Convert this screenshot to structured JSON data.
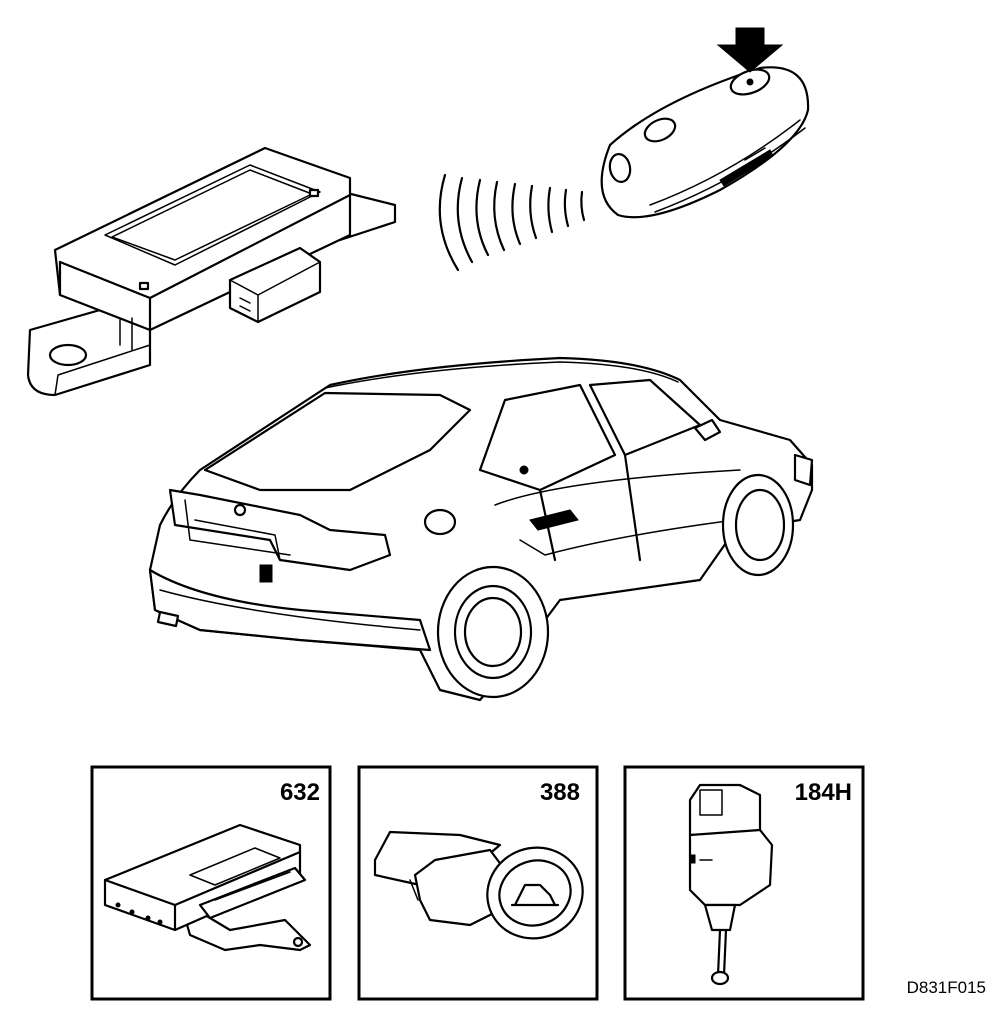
{
  "components": [
    {
      "code": "632"
    },
    {
      "code": "388"
    },
    {
      "code": "184H"
    }
  ],
  "document_id": "D831F015"
}
